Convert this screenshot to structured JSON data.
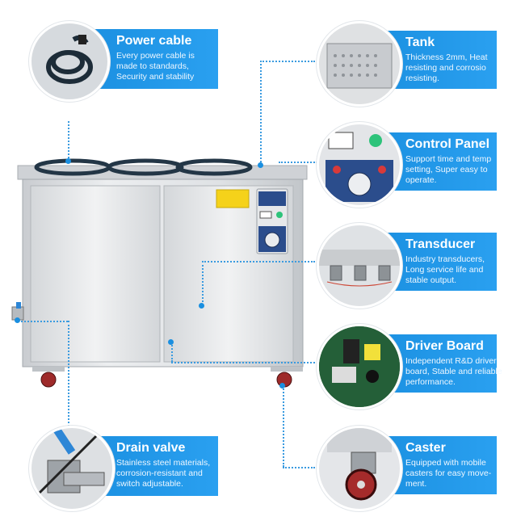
{
  "features": [
    {
      "id": "power-cable",
      "title": "Power cable",
      "lines": [
        "Every power cable is",
        "made to standards,",
        "Security and stability"
      ],
      "icon": "power-cable-icon"
    },
    {
      "id": "tank",
      "title": "Tank",
      "lines": [
        "Thickness 2mm, Heat",
        "resisting and corrosio",
        "resisting."
      ],
      "icon": "tank-basket-icon"
    },
    {
      "id": "control-panel",
      "title": "Control Panel",
      "lines": [
        "Support time and temp",
        "setting, Super easy to",
        "operate."
      ],
      "icon": "control-panel-icon"
    },
    {
      "id": "transducer",
      "title": "Transducer",
      "lines": [
        "Industry transducers,",
        "Long service life and",
        "stable output."
      ],
      "icon": "transducer-icon"
    },
    {
      "id": "driver-board",
      "title": "Driver Board",
      "lines": [
        "Independent R&D driver",
        "board, Stable and reliable",
        "performance."
      ],
      "icon": "driver-board-icon"
    },
    {
      "id": "drain-valve",
      "title": "Drain valve",
      "lines": [
        "Stainless steel materials,",
        "corrosion-resistant and",
        "switch adjustable."
      ],
      "icon": "drain-valve-icon"
    },
    {
      "id": "caster",
      "title": "Caster",
      "lines": [
        "Equipped with mobile",
        "casters for easy move-",
        "ment."
      ],
      "icon": "caster-wheel-icon"
    }
  ],
  "colors": {
    "accent": "#1a8fe0",
    "steel": "#d7dadd",
    "panel": "#2b4d8c"
  }
}
